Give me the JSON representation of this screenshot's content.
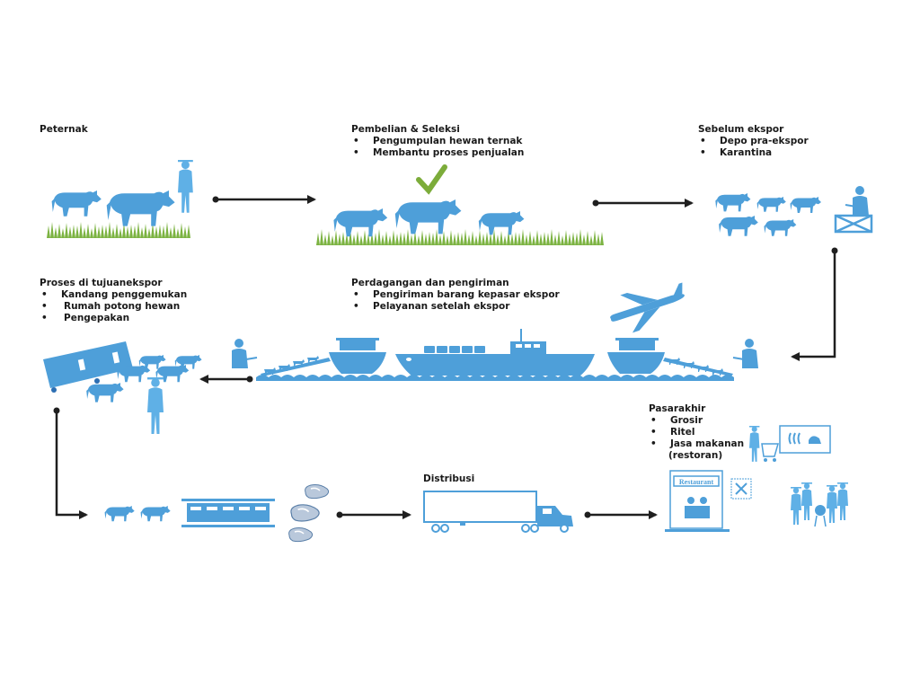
{
  "colors": {
    "primary_blue": "#4e9fd9",
    "light_blue": "#5fb0e6",
    "grass_green": "#7cb342",
    "check_green": "#7cac3a",
    "arrow": "#1f1f1f",
    "meat": "#b9c8db"
  },
  "stages": {
    "peternak": {
      "title": "Peternak",
      "items": []
    },
    "pembelian": {
      "title": "Pembelian & Seleksi",
      "items": [
        "Pengumpulan hewan ternak",
        "Membantu proses penjualan"
      ]
    },
    "sebelum": {
      "title": "Sebelum ekspor",
      "items": [
        "Depo pra-ekspor",
        "Karantina"
      ]
    },
    "perdagangan": {
      "title": "Perdagangan dan pengiriman",
      "items": [
        "Pengiriman barang kepasar ekspor",
        "Pelayanan setelah ekspor"
      ]
    },
    "proses": {
      "title": "Proses di tujuanekspor",
      "items": [
        "Kandang penggemukan",
        "Rumah potong hewan",
        "Pengepakan"
      ]
    },
    "distribusi": {
      "title": "Distribusi",
      "items": []
    },
    "pasar": {
      "title": "Pasarakhir",
      "items": [
        "Grosir",
        "Ritel",
        "Jasa makanan",
        "(restoran)"
      ]
    }
  },
  "icons": {
    "restaurant_sign": "Restaurant"
  }
}
